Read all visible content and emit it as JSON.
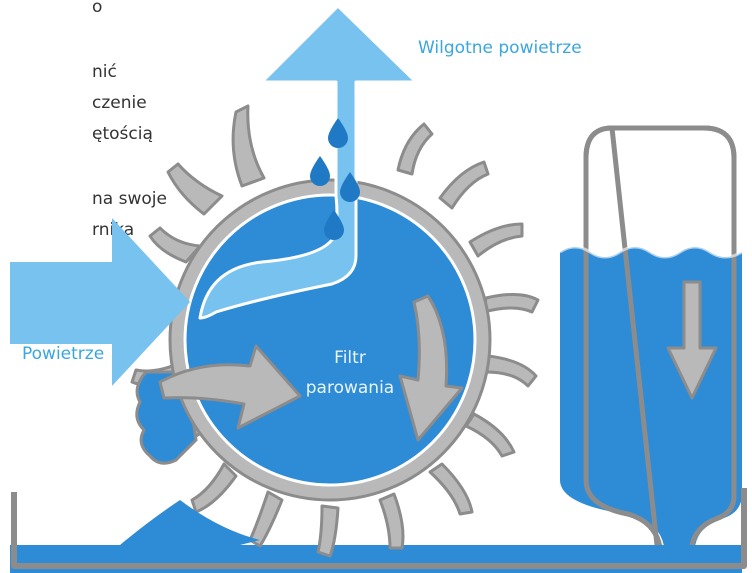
{
  "colors": {
    "water": "#2e8bd6",
    "water_dark": "#1f79c4",
    "light_arrow": "#77c2ef",
    "grey": "#b9b9b9",
    "grey_stroke": "#8c8c8c",
    "label_blue": "#3aa6e0"
  },
  "cut_text": [
    "o",
    "nić",
    "czenie",
    "ętością",
    "na swoje",
    "rnika"
  ],
  "labels": {
    "humid_air": "Wilgotne powietrze",
    "air": "Powietrze",
    "filter_line1": "Filtr",
    "filter_line2": "parowania"
  },
  "icons": {
    "inflow": "right-arrow-icon",
    "outflow": "up-arrow-icon",
    "drops": "water-drop-icon",
    "rotation": "curved-arrow-icon",
    "tank_flow": "down-arrow-icon"
  }
}
